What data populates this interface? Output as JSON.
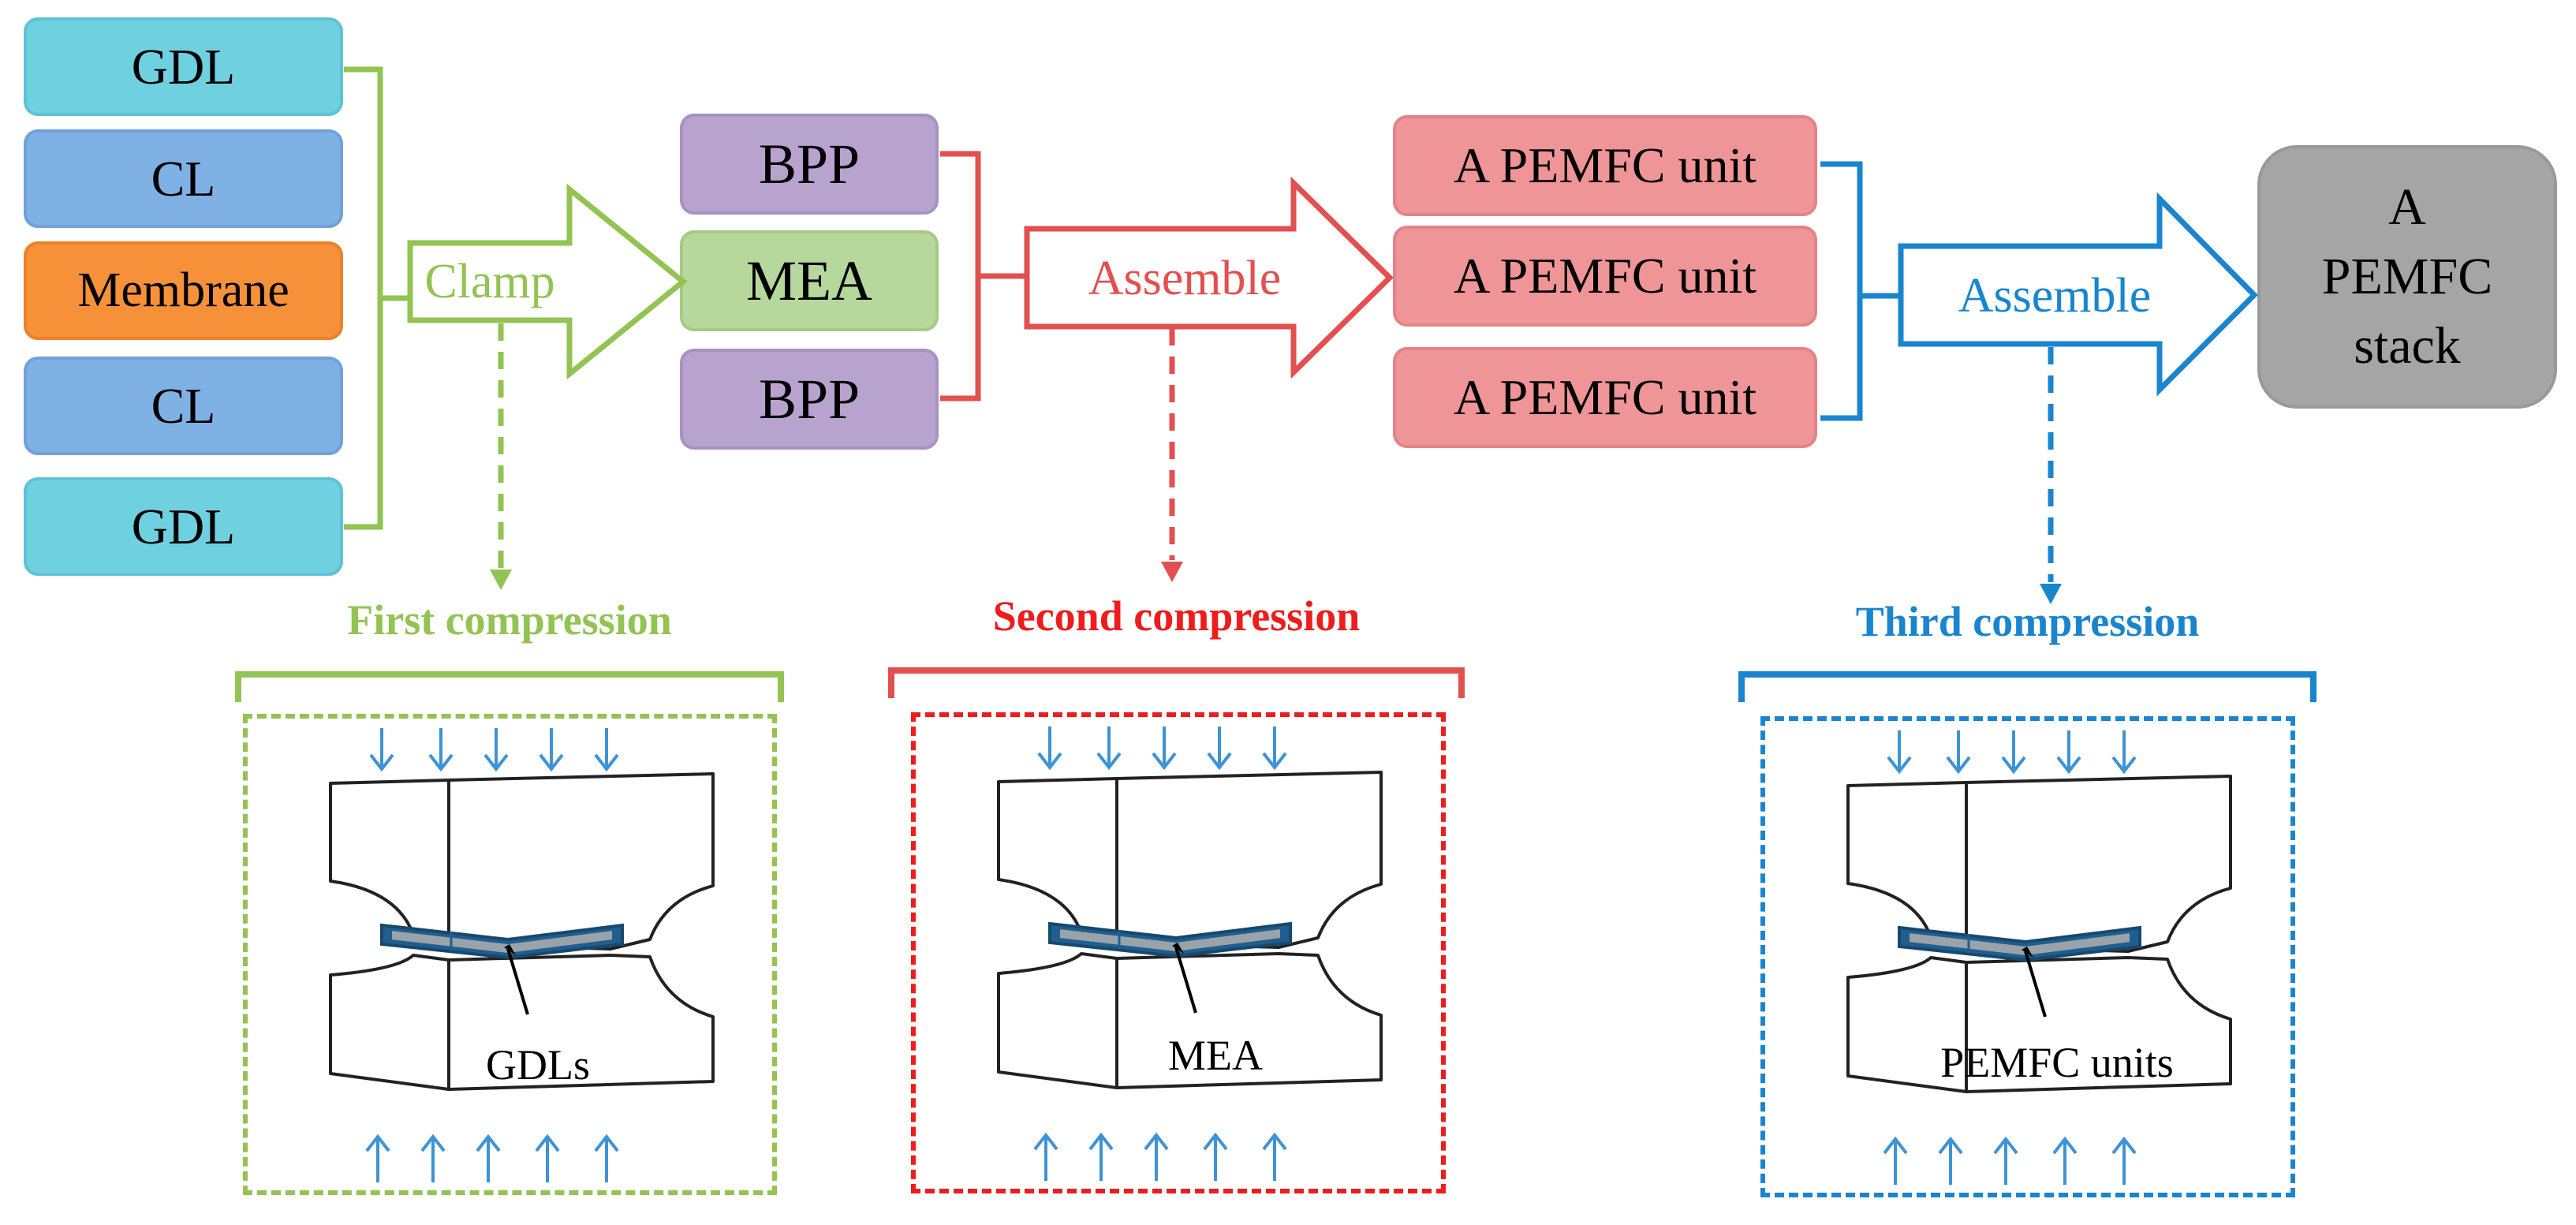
{
  "colors": {
    "green": "#92c353",
    "red": "#e2504f",
    "red_title": "#ee1c1c",
    "blue": "#1a85cf",
    "blue_arrow": "#3d93d6",
    "gdl": "#6fd0e0",
    "cl": "#80b1e4",
    "membrane": "#f6913a",
    "bpp": "#b8a3cf",
    "mea": "#b7d89c",
    "unit": "#ef9597",
    "stack": "#a5a5a5"
  },
  "layers": [
    {
      "label": "GDL",
      "kind": "gdl"
    },
    {
      "label": "CL",
      "kind": "cl"
    },
    {
      "label": "Membrane",
      "kind": "membrane"
    },
    {
      "label": "CL",
      "kind": "cl"
    },
    {
      "label": "GDL",
      "kind": "gdl"
    }
  ],
  "step1": {
    "label": "Clamp"
  },
  "mea_stack": {
    "top": "BPP",
    "middle": "MEA",
    "bottom": "BPP"
  },
  "step2": {
    "label": "Assemble"
  },
  "units": [
    "A PEMFC unit",
    "A PEMFC unit",
    "A PEMFC unit"
  ],
  "step3": {
    "label": "Assemble"
  },
  "stack": {
    "line1": "A",
    "line2": "PEMFC",
    "line3": "stack"
  },
  "compressions": [
    {
      "title": "First compression",
      "sample": "GDLs"
    },
    {
      "title": "Second compression",
      "sample": "MEA"
    },
    {
      "title": "Third compression",
      "sample": "PEMFC units"
    }
  ]
}
